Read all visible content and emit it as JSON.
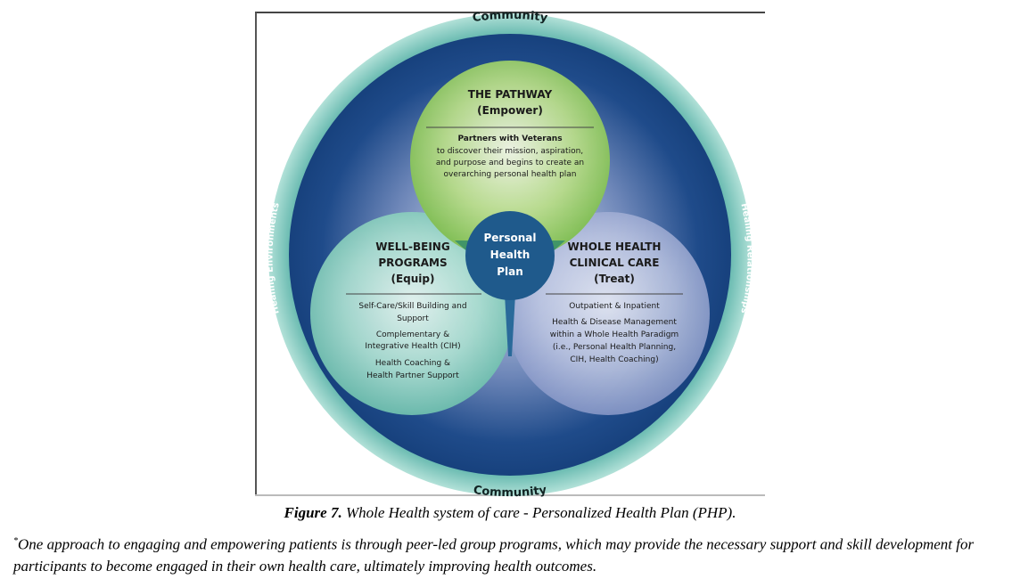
{
  "diagram": {
    "ring_top": "Community",
    "ring_bottom": "Community",
    "ring_left": "Healing Environments",
    "ring_right": "Healing Relationships",
    "pathway": {
      "title1": "THE PATHWAY",
      "title2": "(Empower)",
      "subtitle": "Partners with Veterans",
      "lines": [
        "to discover their mission, aspiration,",
        "and purpose and begins to create an",
        "overarching personal health plan"
      ]
    },
    "wellbeing": {
      "title1": "WELL-BEING",
      "title2": "PROGRAMS",
      "title3": "(Equip)",
      "lines": [
        "Self-Care/Skill Building and",
        "Support",
        "Complementary &",
        "Integrative Health (CIH)",
        "Health Coaching &",
        "Health Partner Support"
      ]
    },
    "clinical": {
      "title1": "WHOLE HEALTH",
      "title2": "CLINICAL CARE",
      "title3": "(Treat)",
      "lines": [
        "Outpatient & Inpatient",
        "Health & Disease Management",
        "within a Whole Health Paradigm",
        "(i.e., Personal Health Planning,",
        "CIH, Health Coaching)"
      ]
    },
    "center": [
      "Personal",
      "Health",
      "Plan"
    ],
    "colors": {
      "ring": "#7fc8bd",
      "navy": "#1c4a86",
      "green": "#9ccf6a",
      "teal": "#8fd0c3",
      "lavender": "#a9b5da",
      "center": "#1f5a8c"
    }
  },
  "caption": {
    "label": "Figure 7.",
    "text": " Whole Health system of care - Personalized Health Plan (PHP)."
  },
  "footnote": {
    "mark": "*",
    "text": "One approach to engaging and empowering patients is through peer-led group programs, which may provide the necessary support and skill development for participants to become engaged in their own health care, ultimately improving health outcomes."
  }
}
